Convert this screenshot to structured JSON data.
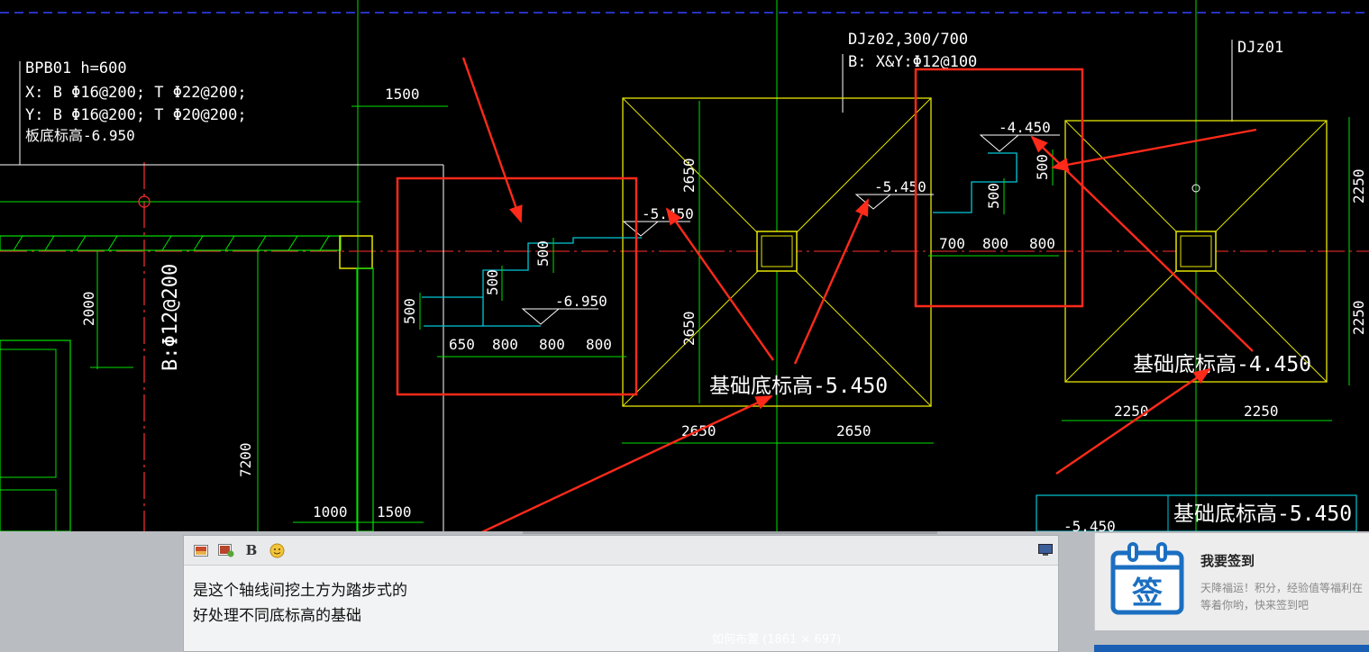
{
  "cad": {
    "bpb_line1": "BPB01 h=600",
    "bpb_line2": "X: B Φ16@200;  T Φ22@200;",
    "bpb_line3": "Y: B Φ16@200;  T Φ20@200;",
    "bpb_line4": "板底标高-6.950",
    "djz02_line1": "DJz02,300/700",
    "djz02_line2": "B: X&Y:Φ12@100",
    "djz01_label": "DJz01",
    "rebar_vertical": "B:Φ12@200",
    "base_elev_center": "基础底标高-5.450",
    "base_elev_right": "基础底标高-4.450",
    "base_elev_bottom_right": "基础底标高-5.450",
    "elev_m5450_a": "-5.450",
    "elev_m6950": "-6.950",
    "elev_m5450_b": "-5.450",
    "elev_m4450": "-4.450",
    "elev_m5450_c": "-5.450",
    "dim_1500_top": "1500",
    "dim_2000": "2000",
    "dim_7200": "7200",
    "dim_1000": "1000",
    "dim_1500_bottom": "1500",
    "step_left": [
      "650",
      "800",
      "800",
      "800"
    ],
    "step_left_rise": [
      "500",
      "500",
      "500"
    ],
    "step_right": [
      "700",
      "800",
      "800"
    ],
    "step_right_rise": [
      "500",
      "500"
    ],
    "dim_2650_up": "2650",
    "dim_2650_down": "2650",
    "dim_2650_bottom_left": "2650",
    "dim_2650_bottom_right": "2650",
    "dim_2250_bottom_left": "2250",
    "dim_2250_bottom_right": "2250",
    "dim_2250_side_top": "2250",
    "dim_2250_side_bottom": "2250"
  },
  "editor": {
    "line1": "是这个轴线间挖土方为踏步式的",
    "line2": "好处理不同底标高的基础",
    "toolbar_bold": "B"
  },
  "tooltip": "如何布置 (1861 × 697)",
  "sign": {
    "title": "我要签到",
    "desc": "天降福运！积分，经验值等福利在等着你哟，快来签到吧",
    "icon_char": "签"
  },
  "colors": {
    "cad_background": "#000000",
    "annotation_red": "#ff2a1a",
    "yellow_line": "#e6e600",
    "green_line": "#00e000",
    "cyan_line": "#00c8d8",
    "sign_blue": "#1b6fc1"
  }
}
